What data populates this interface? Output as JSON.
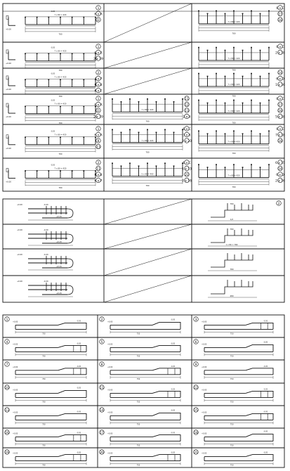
{
  "section_a": {
    "rows": [
      {
        "mid_label": "7 x 80 = 420",
        "total": "780",
        "left_marks": [
          "1",
          "6 x A",
          "D"
        ],
        "right_marks": [
          "6 x C",
          "17",
          "18"
        ],
        "right_mid": "7 x 80 = 420",
        "right_total": "780",
        "left_qty_text": "",
        "elev": [
          "+0.00",
          "-0.20"
        ]
      },
      {
        "mid_label": "7 x 80 = 420",
        "total": "780",
        "left_marks": [
          "1",
          "6 x B",
          "2 x 19"
        ],
        "right_marks": [
          "6 x C",
          "2 x 18"
        ],
        "right_mid": "7 x 80 = 420",
        "right_total": "780",
        "elev": [
          "+0.00",
          "-0.20"
        ]
      },
      {
        "mid_label": "7 x 80 = 420",
        "total": "780",
        "left_marks": [
          "2",
          "4 x 7",
          "6 x 8",
          "6 x E"
        ],
        "right_marks": [
          "14",
          "6 x D",
          "1 x 16"
        ],
        "right_mid": "7 x 80 = 420",
        "right_total": "780",
        "elev": [
          "+0.00",
          "-0.20"
        ]
      },
      {
        "mid_label": "7 x 80 = 420",
        "total": "780",
        "left_marks": [
          "1",
          "6 x A",
          "D",
          "2 x 19"
        ],
        "center_marks": [
          "11",
          "12",
          "13",
          "2 x 9"
        ],
        "center_mid": "7 x 80 = 420",
        "center_total": "780",
        "right_marks": [
          "6 x C",
          "17",
          "18",
          "5 x 18"
        ],
        "right_mid": "7 x 80 = 420",
        "right_total": "780",
        "elev": [
          "+0.00",
          "-0.20"
        ]
      },
      {
        "mid_label": "7 x 80 = 420",
        "total": "780",
        "left_marks": [
          "1",
          "6 x A",
          "B",
          "13"
        ],
        "center_marks": [
          "6 x C",
          "3 x 8",
          "2 x 20"
        ],
        "center_mid": "7 x 80 = 420",
        "center_total": "780",
        "right_marks": [
          "6 x C",
          "7 x 18",
          "18"
        ],
        "right_mid": "7 x 80 = 420",
        "right_total": "780",
        "elev": [
          "+0.00",
          "-0.20"
        ]
      },
      {
        "mid_label": "7 x 80 = 420",
        "total": "780",
        "left_marks": [
          "2",
          "11",
          "6 x 8",
          "6 x 7"
        ],
        "center_marks": [
          "6 x C",
          "1 x 13",
          "22",
          "2 x 16"
        ],
        "center_mid": "5 x 80 = 400",
        "center_total": "780",
        "right_marks": [
          "6 x 15",
          "14",
          "6 x D",
          "2 x 16"
        ],
        "right_mid": "7 x 80 = 420",
        "right_total": "780",
        "elev": [
          "+0.00",
          "-0.20"
        ]
      }
    ]
  },
  "section_b": {
    "rows": [
      {
        "elev": [
          "+0.00",
          "-0.20",
          "+0.15"
        ],
        "right_mark": "2",
        "right_dims": [
          "1/2",
          "780"
        ]
      },
      {
        "elev": [
          "+0.00",
          "-0.20",
          "+0.15"
        ],
        "right_dims": [
          "1 x 80 = 780",
          "780"
        ]
      },
      {
        "elev": [
          "+0.00",
          "-0.20",
          "+0.15"
        ],
        "right_dims": [
          "780"
        ]
      },
      {
        "elev": [
          "+0.00",
          "-0.20",
          "+0.15"
        ],
        "right_dims": [
          "480"
        ]
      }
    ]
  },
  "section_c": {
    "cells": [
      {
        "num": "1",
        "dim": "750"
      },
      {
        "num": "2",
        "dim": "750"
      },
      {
        "num": "3",
        "dim": "750"
      },
      {
        "num": "4",
        "dim": "750"
      },
      {
        "num": "5",
        "dim": "750"
      },
      {
        "num": "6",
        "dim": "750"
      },
      {
        "num": "7",
        "dim": "750"
      },
      {
        "num": "8",
        "dim": "750"
      },
      {
        "num": "9",
        "dim": "750"
      },
      {
        "num": "10",
        "dim": "750"
      },
      {
        "num": "11",
        "dim": "750"
      },
      {
        "num": "12",
        "dim": "750"
      },
      {
        "num": "13",
        "dim": "750"
      },
      {
        "num": "14",
        "dim": "750"
      },
      {
        "num": "15",
        "dim": "750"
      },
      {
        "num": "16",
        "dim": "750"
      },
      {
        "num": "17",
        "dim": "750"
      },
      {
        "num": "18",
        "dim": "750"
      },
      {
        "num": "19",
        "dim": "750"
      },
      {
        "num": "20",
        "dim": "750"
      },
      {
        "num": "21",
        "dim": "750"
      }
    ],
    "elev_label": "+0.00",
    "elev_label2": "-0.20"
  }
}
